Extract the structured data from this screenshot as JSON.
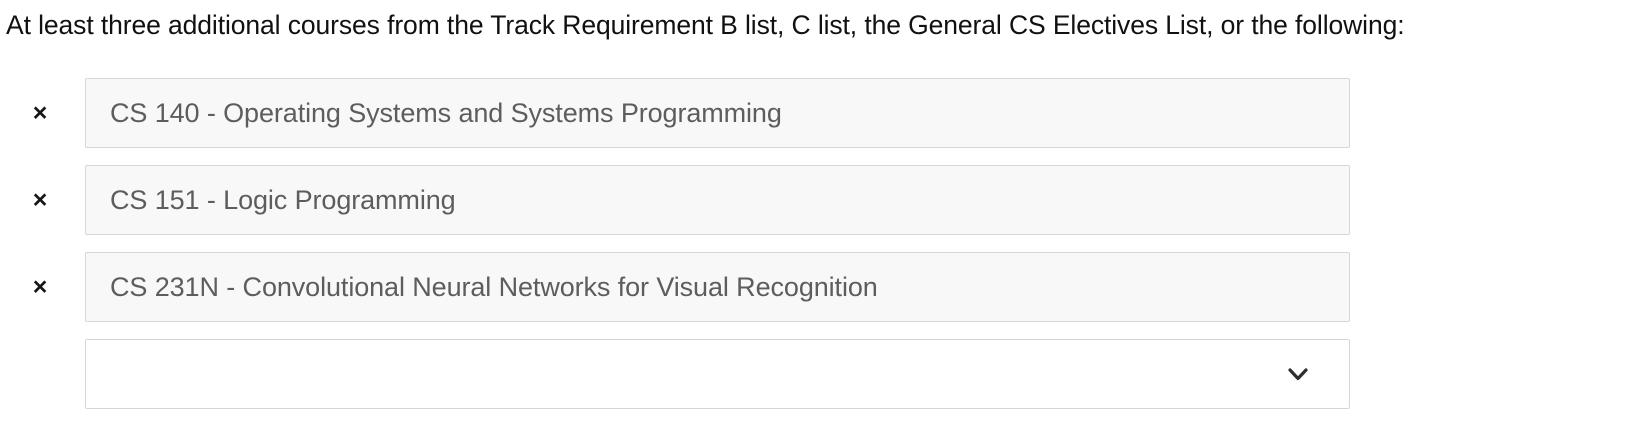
{
  "heading": {
    "text": "At least three additional courses from the Track Requirement B list, C list, the General CS Electives List, or the following:"
  },
  "colors": {
    "field_background": "#f8f8f8",
    "field_border": "#d2d7dc",
    "field_text": "#5d5d5d",
    "heading_text": "#111111",
    "select_background": "#ffffff",
    "icon": "#2e2e2e"
  },
  "courses": [
    {
      "value": "CS 140 - Operating Systems and Systems Programming",
      "remove_label": "×",
      "remove_icon": "close-x-icon"
    },
    {
      "value": "CS 151 - Logic Programming",
      "remove_label": "×",
      "remove_icon": "close-x-icon"
    },
    {
      "value": "CS 231N - Convolutional Neural Networks for Visual Recognition",
      "remove_label": "×",
      "remove_icon": "close-x-icon"
    }
  ],
  "add_select": {
    "value": "",
    "placeholder": "",
    "dropdown_icon": "chevron-down-icon"
  }
}
